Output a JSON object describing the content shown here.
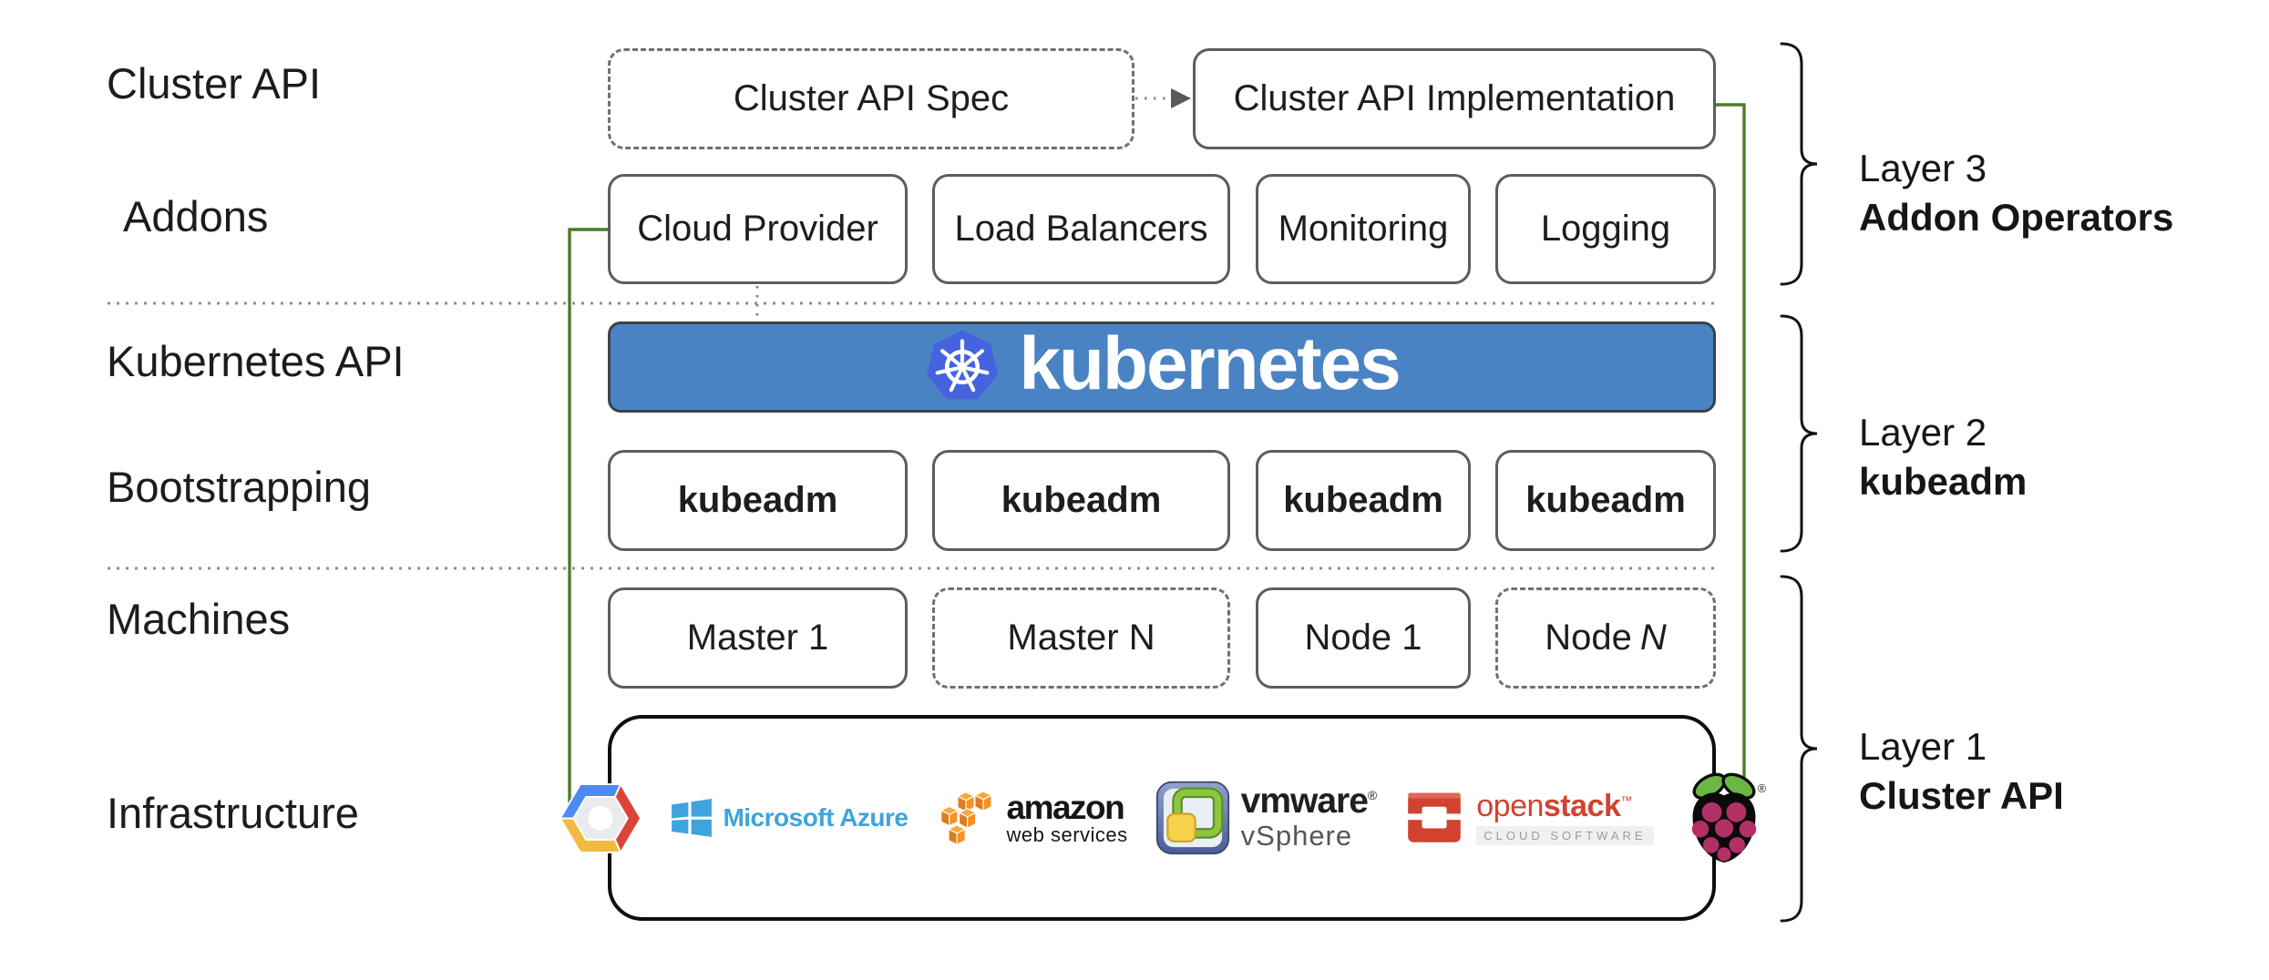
{
  "side_labels": [
    "Cluster API",
    "Addons",
    "Kubernetes API",
    "Bootstrapping",
    "Machines",
    "Infrastructure"
  ],
  "cluster_api_row": {
    "spec": "Cluster API Spec",
    "implementation": "Cluster API Implementation"
  },
  "addons": [
    "Cloud Provider",
    "Load Balancers",
    "Monitoring",
    "Logging"
  ],
  "banner": {
    "text": "kubernetes"
  },
  "bootstrapping": [
    "kubeadm",
    "kubeadm",
    "kubeadm",
    "kubeadm"
  ],
  "machines": [
    {
      "label": "Master 1"
    },
    {
      "label": "Master N"
    },
    {
      "label": "Node 1"
    },
    {
      "label": "Node",
      "n_italic": "N"
    }
  ],
  "layers": [
    {
      "title": "Layer 3",
      "subtitle": "Addon Operators"
    },
    {
      "title": "Layer 2",
      "subtitle": "kubeadm"
    },
    {
      "title": "Layer 1",
      "subtitle": "Cluster API"
    }
  ],
  "infrastructure_providers": [
    {
      "name": "google-cloud"
    },
    {
      "name": "microsoft-azure",
      "label": "Microsoft Azure"
    },
    {
      "name": "amazon-web-services",
      "label": "amazon",
      "sublabel": "web services"
    },
    {
      "name": "vmware-vsphere",
      "label": "vmware",
      "reg": "®",
      "sublabel": "vSphere"
    },
    {
      "name": "openstack",
      "label_light": "open",
      "label_bold": "stack",
      "tm": "™",
      "sublabel": "CLOUD SOFTWARE"
    },
    {
      "name": "raspberry-pi",
      "reg": "®"
    }
  ],
  "colors": {
    "banner-blue": "#4A83C3",
    "k8s-blue": "#4563DE",
    "green": "#4C7C2B",
    "box-border": "#5A5D61",
    "dash-border": "#707070",
    "azure-blue": "#3FA3DD",
    "aws-orange": "#F6921E",
    "aws-orange-dark": "#E07C22",
    "aws-orange-top": "#F9A83C",
    "openstack-red": "#D2422F",
    "gcp-blue": "#4C8BF5",
    "gcp-red": "#DB4437",
    "gcp-yellow": "#F2BA41",
    "vmware-green": "#8DC63F",
    "vmware-yellow": "#F5D24A",
    "rpi-berry": "#B23066",
    "rpi-green": "#6CB644",
    "ink": "#1D1D1F"
  }
}
